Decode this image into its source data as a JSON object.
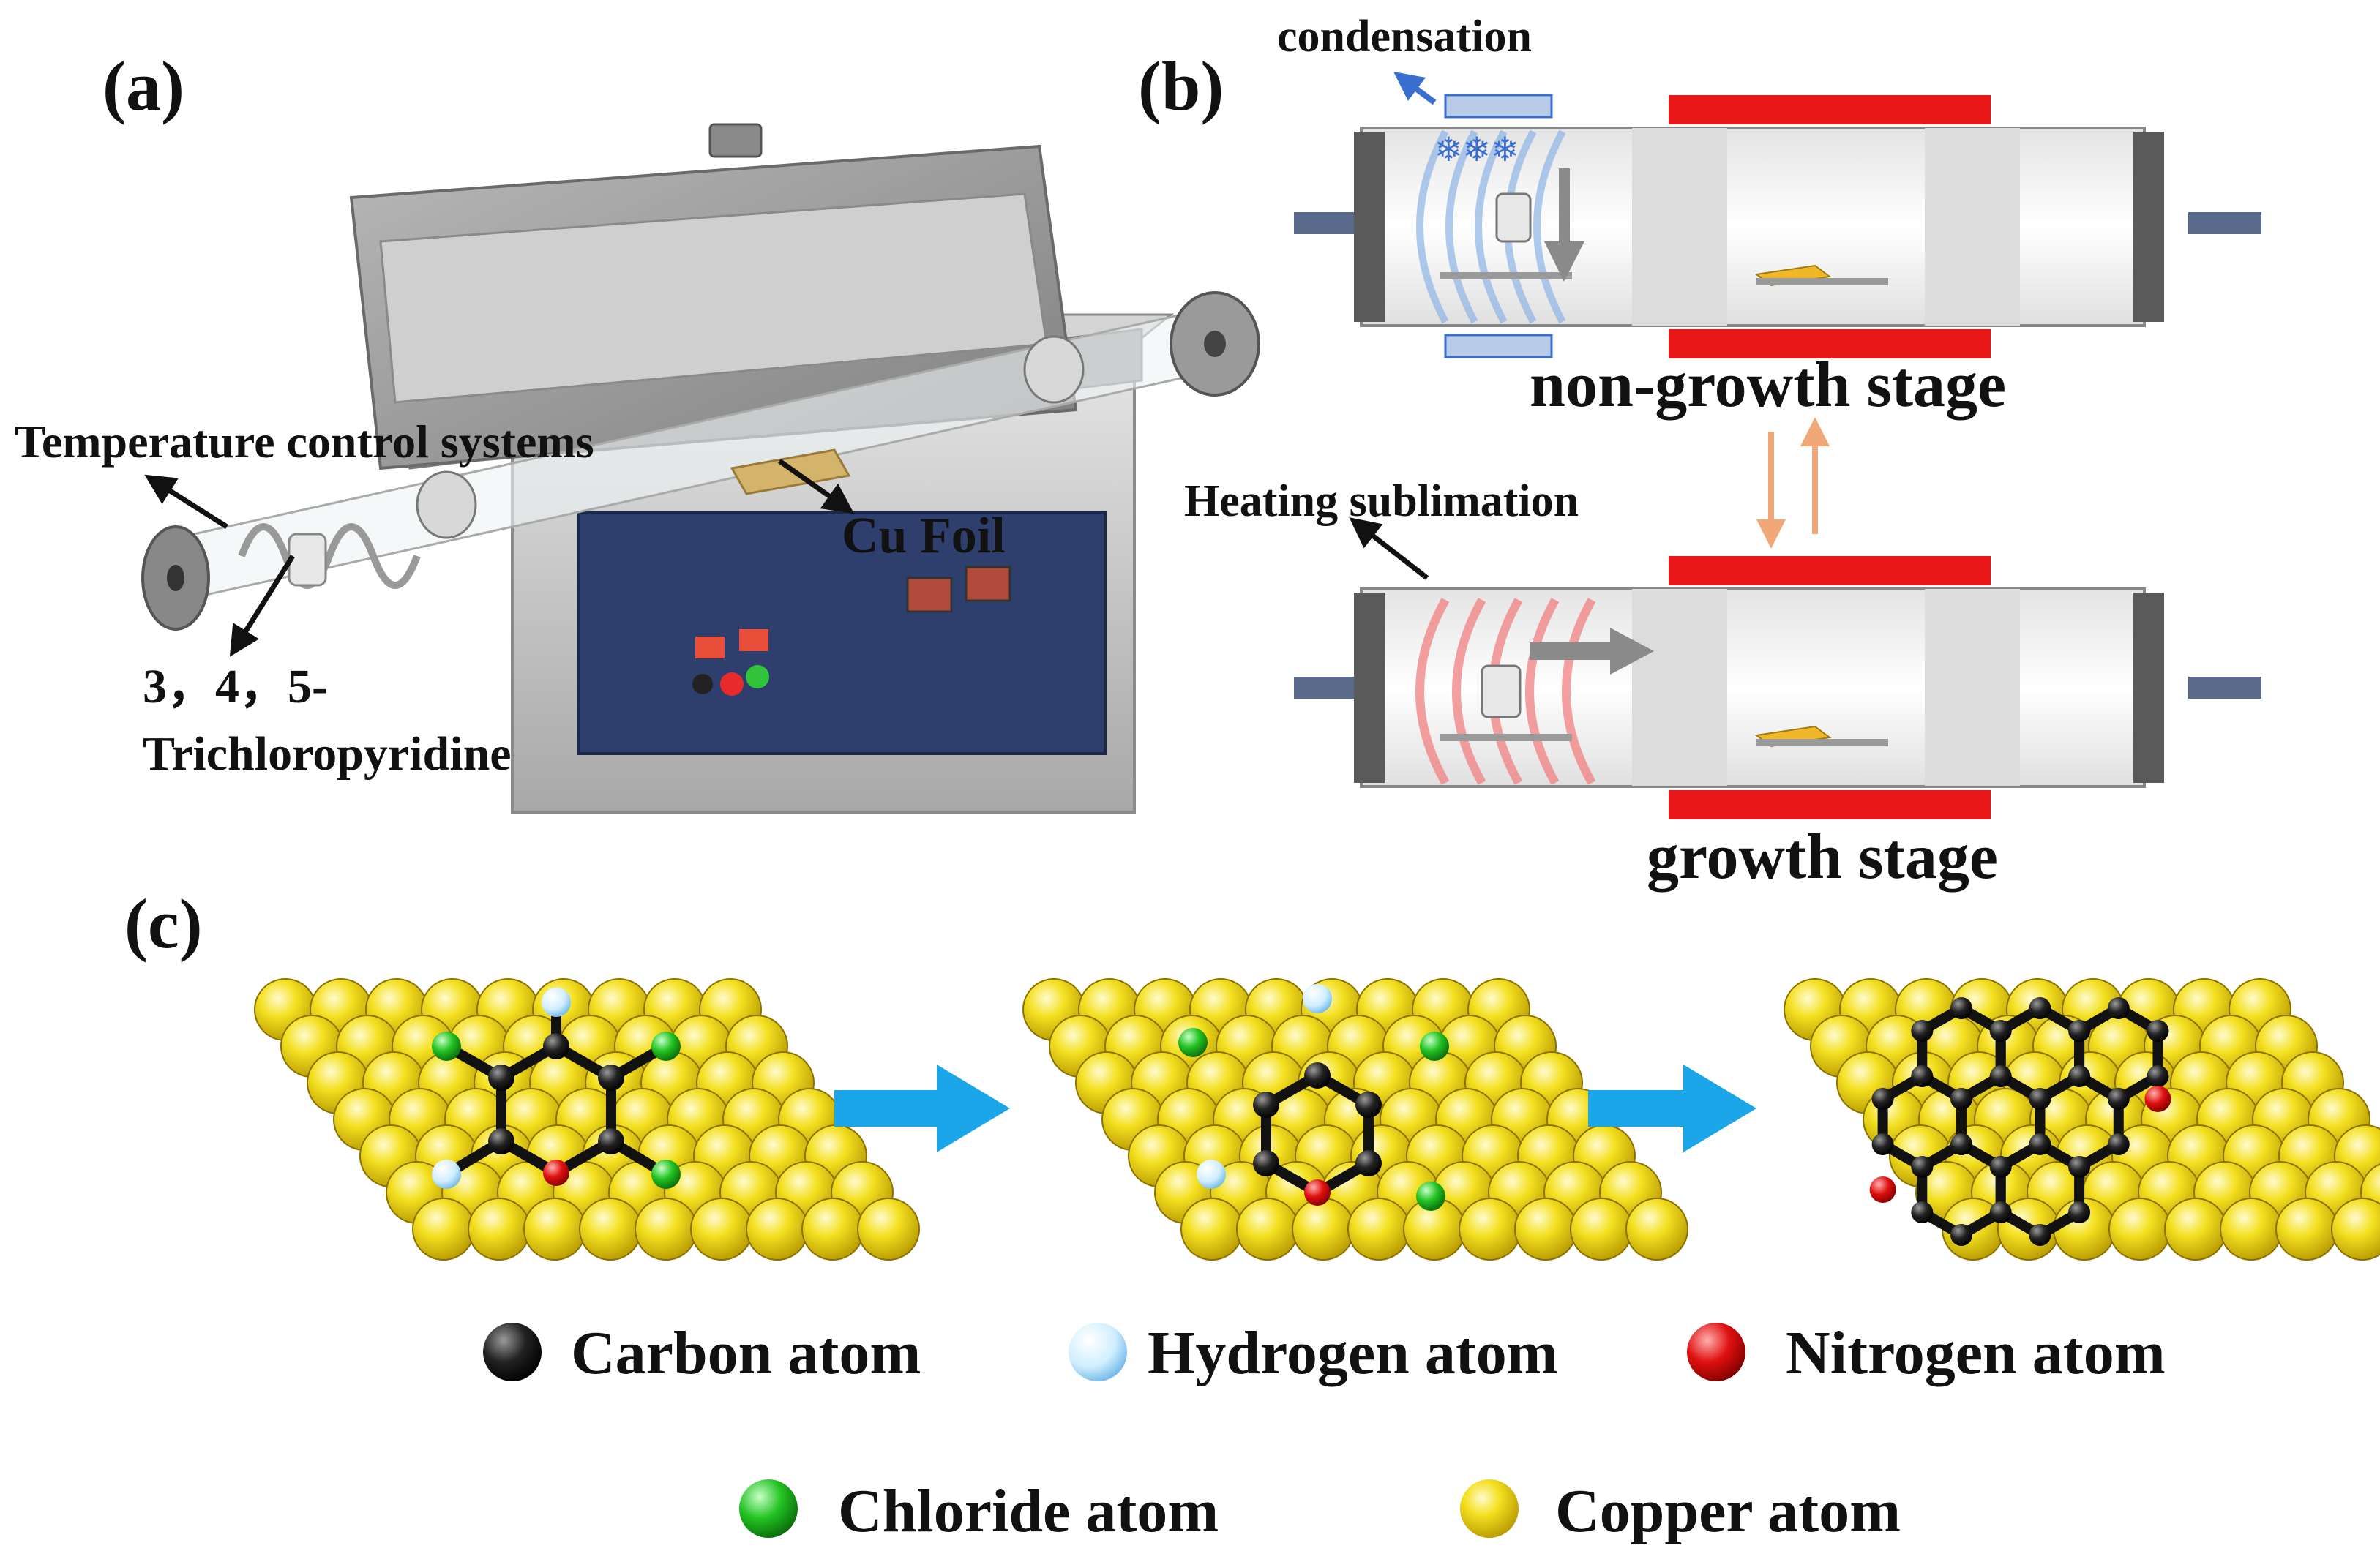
{
  "panels": {
    "a": {
      "label": "(a)",
      "temperature_label": "Temperature control systems",
      "cu_foil_label": "Cu Foil",
      "precursor_line1": "3，4，5-",
      "precursor_line2": "Trichloropyridine"
    },
    "b": {
      "label": "(b)",
      "condensation_label": "condensation",
      "non_growth_label": "non-growth stage",
      "heating_label": "Heating sublimation",
      "growth_label": "growth stage"
    },
    "c": {
      "label": "(c)"
    }
  },
  "legend": {
    "row1": [
      {
        "label": "Carbon atom",
        "color": "#111111"
      },
      {
        "label": "Hydrogen atom",
        "color": "#bfe8ff"
      },
      {
        "label": "Nitrogen atom",
        "color": "#e01010"
      }
    ],
    "row2": [
      {
        "label": "Chloride atom",
        "color": "#2ec72e"
      },
      {
        "label": "Copper atom",
        "color": "#f4e010"
      }
    ]
  },
  "colors": {
    "copper": "#f2dc14",
    "heater": "#e81818",
    "arrow_blue": "#1aa6e8",
    "cold_wave": "#8fb3e6",
    "hot_wave": "#f08080",
    "equilibrium_arrow": "#f0a878"
  }
}
